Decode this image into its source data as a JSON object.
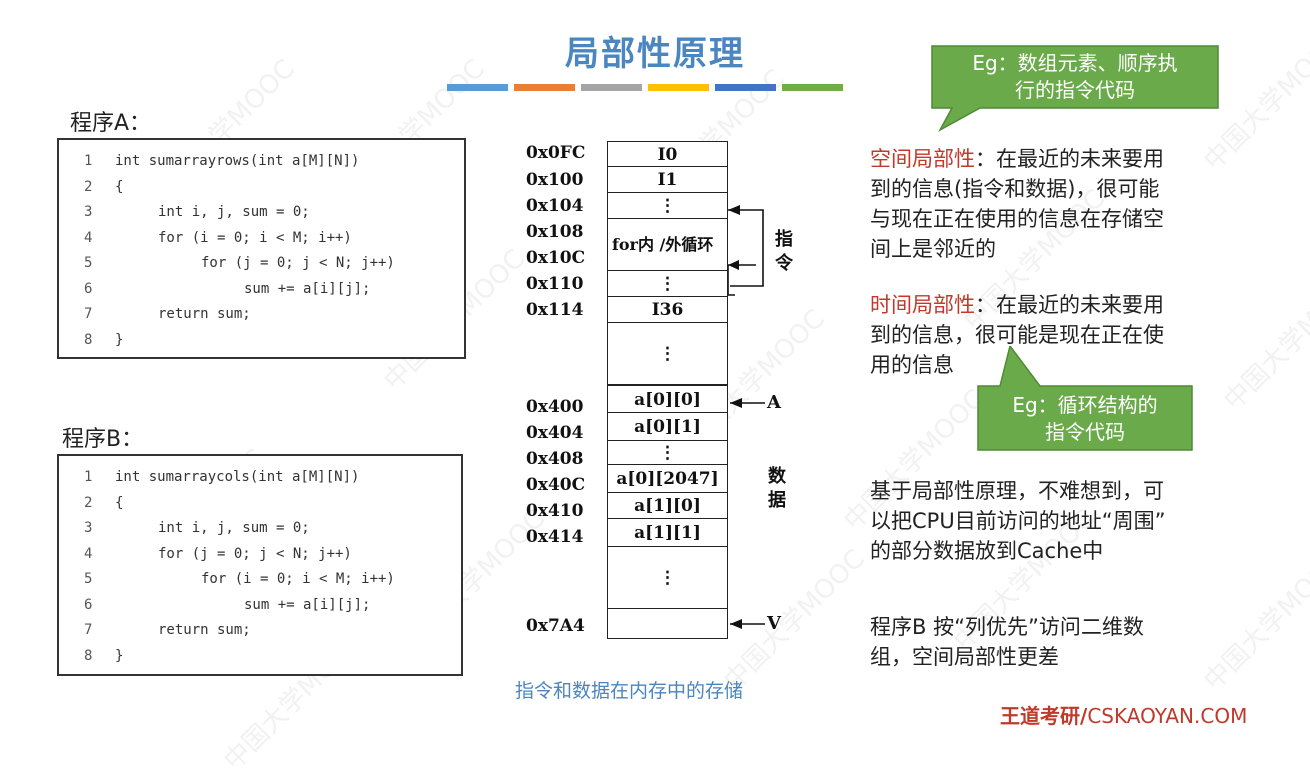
{
  "title": "局部性原理",
  "accent_bars": [
    "#5b9bd5",
    "#ed7d31",
    "#a5a5a5",
    "#ffc000",
    "#4472c4",
    "#70ad47"
  ],
  "program_a": {
    "label": "程序A：",
    "lines": [
      {
        "n": "1",
        "text": "int sumarrayrows(int a[M][N])",
        "indent": 0
      },
      {
        "n": "2",
        "text": "{",
        "indent": 0
      },
      {
        "n": "3",
        "text": "int i, j, sum = 0;",
        "indent": 1
      },
      {
        "n": "4",
        "text": "for (i = 0; i < M; i++)",
        "indent": 1
      },
      {
        "n": "5",
        "text": "for (j = 0; j < N; j++)",
        "indent": 2
      },
      {
        "n": "6",
        "text": "sum += a[i][j];",
        "indent": 3
      },
      {
        "n": "7",
        "text": "return sum;",
        "indent": 1
      },
      {
        "n": "8",
        "text": "}",
        "indent": 0
      }
    ]
  },
  "program_b": {
    "label": "程序B：",
    "lines": [
      {
        "n": "1",
        "text": "int sumarraycols(int a[M][N])",
        "indent": 0
      },
      {
        "n": "2",
        "text": "{",
        "indent": 0
      },
      {
        "n": "3",
        "text": "int i, j, sum = 0;",
        "indent": 1
      },
      {
        "n": "4",
        "text": "for (j = 0; j < N; j++)",
        "indent": 1
      },
      {
        "n": "5",
        "text": "for (i = 0; i < M; i++)",
        "indent": 2
      },
      {
        "n": "6",
        "text": "sum += a[i][j];",
        "indent": 3
      },
      {
        "n": "7",
        "text": "return sum;",
        "indent": 1
      },
      {
        "n": "8",
        "text": "}",
        "indent": 0
      }
    ]
  },
  "memory": {
    "addresses": [
      "0x0FC",
      "0x100",
      "0x104",
      "0x108",
      "0x10C",
      "0x110",
      "0x114",
      "0x400",
      "0x404",
      "0x408",
      "0x40C",
      "0x410",
      "0x414",
      "0x7A4"
    ],
    "cells": [
      "I0",
      "I1",
      "⋮",
      "for内 /外循环",
      "⋮",
      "I36",
      "⋮",
      "a[0][0]",
      "a[0][1]",
      "⋮",
      "a[0][2047]",
      "a[1][0]",
      "a[1][1]",
      "⋮",
      ""
    ],
    "instr_label": "指令",
    "data_label": "数据",
    "marker_a": "A",
    "marker_v": "V",
    "caption": "指令和数据在内存中的存储"
  },
  "callout_top": "Eg：数组元素、顺序执行的指令代码",
  "callout_top_lines": [
    "Eg：数组元素、顺序执",
    "行的指令代码"
  ],
  "spatial": {
    "term": "空间局部性",
    "lines": [
      "：在最近的未来要用",
      "到的信息(指令和数据)，很可能",
      "与现在正在使用的信息在存储空",
      "间上是邻近的"
    ]
  },
  "temporal": {
    "term": "时间局部性",
    "lines": [
      "：在最近的未来要用",
      "到的信息，很可能是现在正在使",
      "用的信息"
    ]
  },
  "callout_mid_lines": [
    "Eg：循环结构的",
    "指令代码"
  ],
  "insight_lines": [
    "基于局部性原理，不难想到，可",
    "以把CPU目前访问的地址“周围”",
    "的部分数据放到Cache中"
  ],
  "conclusion_lines": [
    "程序B 按“列优先”访问二维数",
    "组，空间局部性更差"
  ],
  "footer": {
    "brand": "王道考研/",
    "site": "CSKAOYAN.COM"
  },
  "watermark": "中国大学MOOC"
}
